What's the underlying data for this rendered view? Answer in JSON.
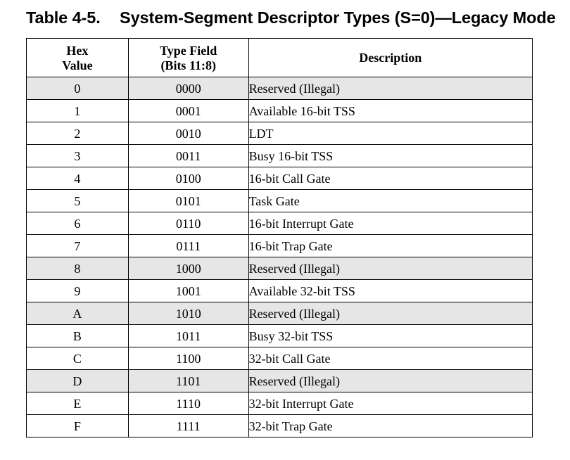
{
  "caption": {
    "number": "Table 4-5.",
    "title": "System-Segment Descriptor Types (S=0)—Legacy Mode"
  },
  "headers": {
    "hex_line1": "Hex",
    "hex_line2": "Value",
    "type_line1": "Type Field",
    "type_line2": "(Bits 11:8)",
    "description": "Description"
  },
  "shade_color": "#e6e6e6",
  "rows": [
    {
      "hex": "0",
      "type": "0000",
      "desc": "Reserved (Illegal)",
      "shaded": true
    },
    {
      "hex": "1",
      "type": "0001",
      "desc": "Available 16-bit TSS",
      "shaded": false
    },
    {
      "hex": "2",
      "type": "0010",
      "desc": "LDT",
      "shaded": false
    },
    {
      "hex": "3",
      "type": "0011",
      "desc": "Busy 16-bit TSS",
      "shaded": false
    },
    {
      "hex": "4",
      "type": "0100",
      "desc": "16-bit Call Gate",
      "shaded": false
    },
    {
      "hex": "5",
      "type": "0101",
      "desc": "Task Gate",
      "shaded": false
    },
    {
      "hex": "6",
      "type": "0110",
      "desc": "16-bit Interrupt Gate",
      "shaded": false
    },
    {
      "hex": "7",
      "type": "0111",
      "desc": "16-bit Trap Gate",
      "shaded": false
    },
    {
      "hex": "8",
      "type": "1000",
      "desc": "Reserved (Illegal)",
      "shaded": true
    },
    {
      "hex": "9",
      "type": "1001",
      "desc": "Available 32-bit TSS",
      "shaded": false
    },
    {
      "hex": "A",
      "type": "1010",
      "desc": "Reserved (Illegal)",
      "shaded": true
    },
    {
      "hex": "B",
      "type": "1011",
      "desc": "Busy 32-bit TSS",
      "shaded": false
    },
    {
      "hex": "C",
      "type": "1100",
      "desc": "32-bit Call Gate",
      "shaded": false
    },
    {
      "hex": "D",
      "type": "1101",
      "desc": "Reserved (Illegal)",
      "shaded": true
    },
    {
      "hex": "E",
      "type": "1110",
      "desc": "32-bit Interrupt Gate",
      "shaded": false
    },
    {
      "hex": "F",
      "type": "1111",
      "desc": "32-bit Trap Gate",
      "shaded": false
    }
  ]
}
